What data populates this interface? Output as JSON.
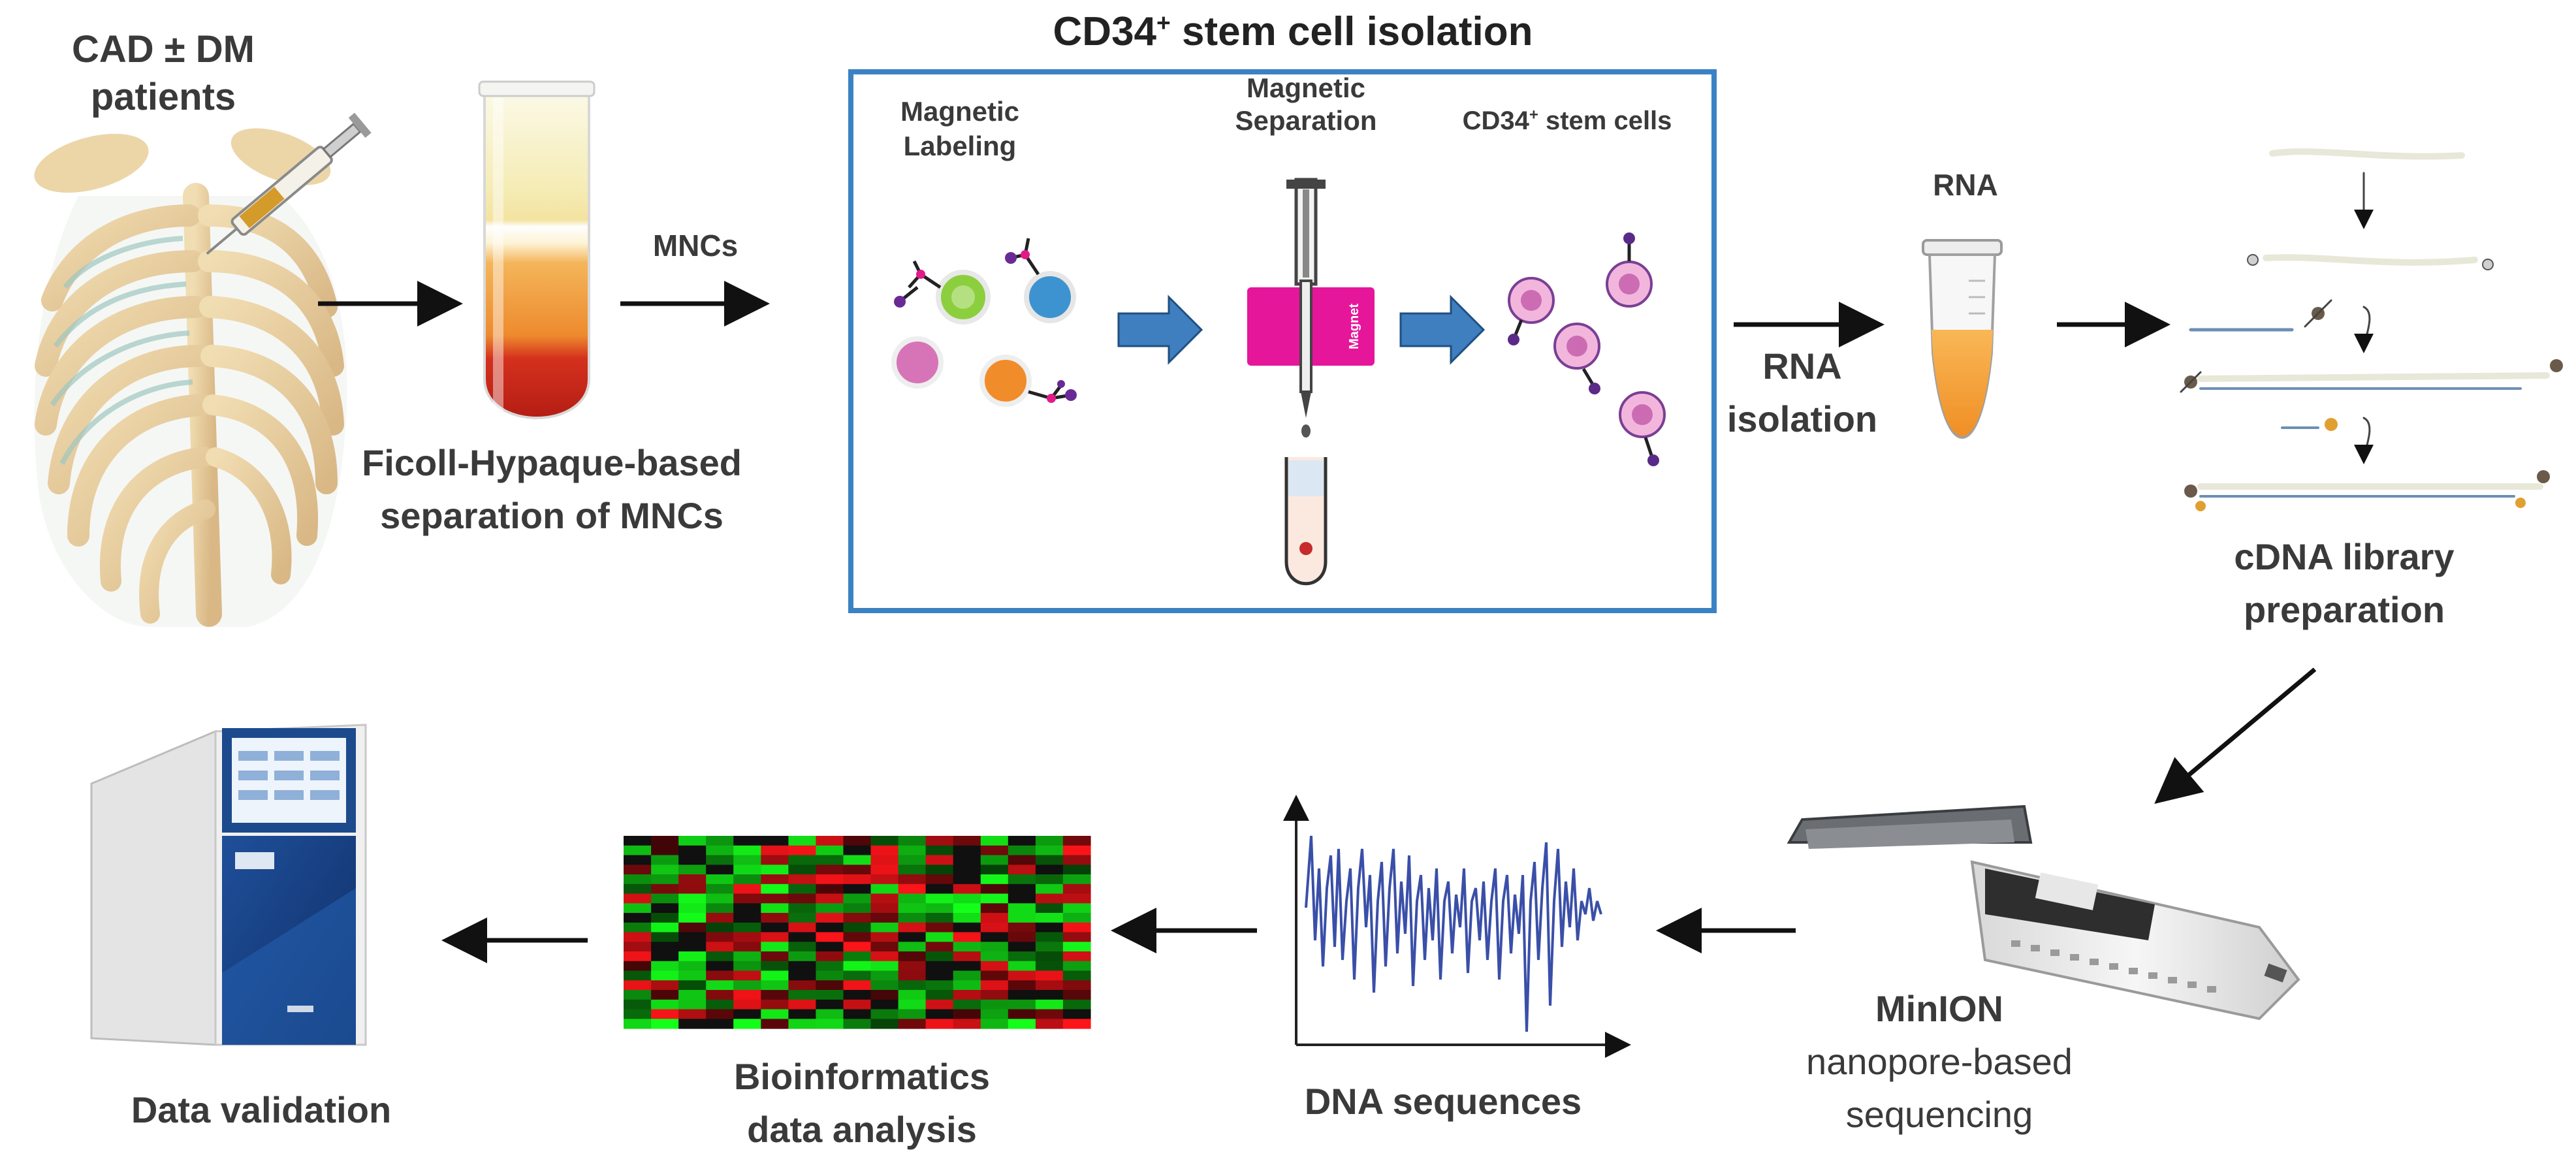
{
  "stages": {
    "patients": [
      "CAD ± DM",
      "patients"
    ],
    "ficoll": [
      "Ficoll-Hypaque-based",
      "separation of MNCs"
    ],
    "mncs": "MNCs",
    "isolation_title_main": "CD34",
    "isolation_title_sup": "+",
    "isolation_title_rest": " stem cell isolation",
    "magnetic_labeling": [
      "Magnetic",
      "Labeling"
    ],
    "magnetic_separation": [
      "Magnetic",
      "Separation"
    ],
    "stem_cells_main": "CD34",
    "stem_cells_sup": "+",
    "stem_cells_rest": " stem cells",
    "magnet_text": "Magnet",
    "rna": "RNA",
    "rna_isolation": [
      "RNA",
      "isolation"
    ],
    "cdna": [
      "cDNA library",
      "preparation"
    ],
    "minion": "MinION",
    "nanopore": [
      "nanopore-based",
      "sequencing"
    ],
    "dna_sequences": "DNA sequences",
    "bioinformatics": [
      "Bioinformatics",
      "data analysis"
    ],
    "data_validation": "Data validation"
  },
  "colors": {
    "frame": "#3b82c4",
    "process_arrow": "#3f7fc0",
    "magnet": "#e6169b",
    "tube_red": "#c8281e",
    "tube_orange": "#f0962a",
    "rna_orange": "#f7a540",
    "signal": "#3a4fa8",
    "heat_red": "#e0141a",
    "heat_green": "#12d21a",
    "text": "#3a3a3a"
  }
}
